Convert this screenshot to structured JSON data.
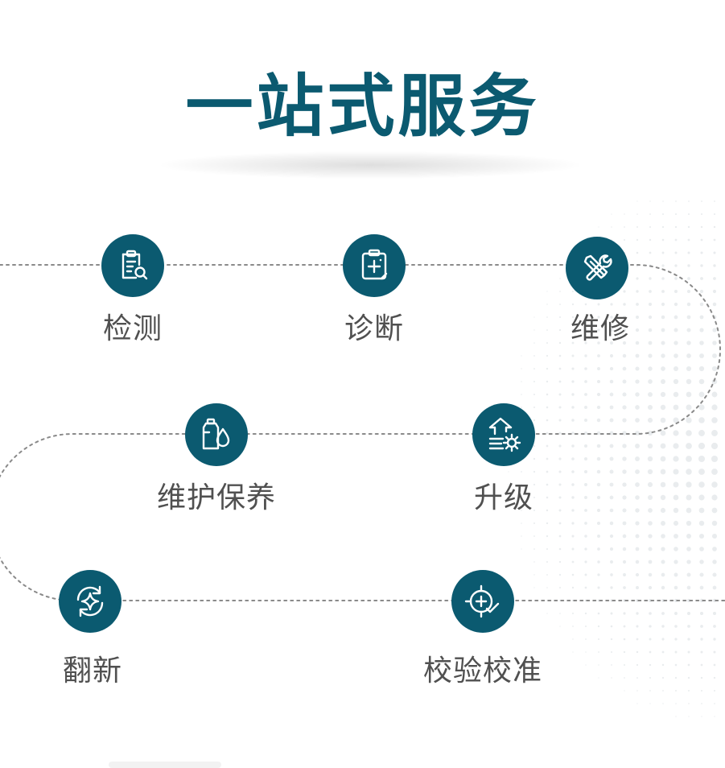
{
  "title": "一站式服务",
  "colors": {
    "primary": "#0b5a70",
    "label": "#505050",
    "dotted_line": "#8a8a8a"
  },
  "steps": [
    {
      "label": "检测",
      "icon": "clipboard-search-icon"
    },
    {
      "label": "诊断",
      "icon": "clipboard-plus-icon"
    },
    {
      "label": "维修",
      "icon": "wrench-screwdriver-icon"
    },
    {
      "label": "维护保养",
      "icon": "oil-bottle-drop-icon"
    },
    {
      "label": "升级",
      "icon": "upgrade-gear-icon"
    },
    {
      "label": "翻新",
      "icon": "refresh-sparkle-icon"
    },
    {
      "label": "校验校准",
      "icon": "target-check-icon"
    }
  ]
}
